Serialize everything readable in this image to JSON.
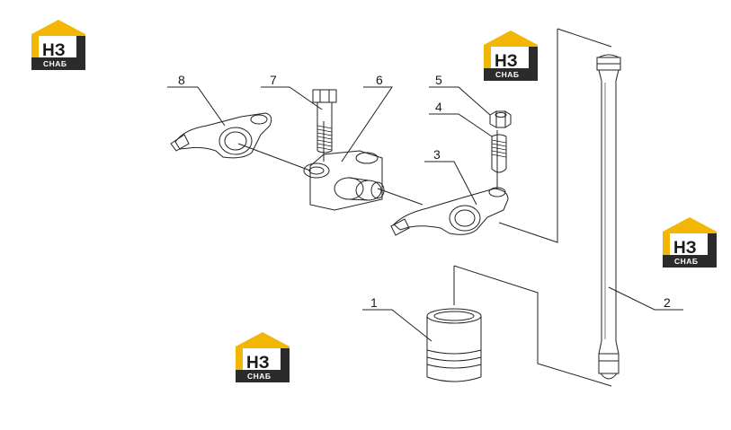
{
  "callouts": {
    "c1": "1",
    "c2": "2",
    "c3": "3",
    "c4": "4",
    "c5": "5",
    "c6": "6",
    "c7": "7",
    "c8": "8"
  },
  "logo": {
    "top": "НЗ",
    "bottom": "СНАБ"
  },
  "colors": {
    "logo_yellow": "#f2b705",
    "logo_dark": "#2b2b2b",
    "line": "#222222"
  }
}
